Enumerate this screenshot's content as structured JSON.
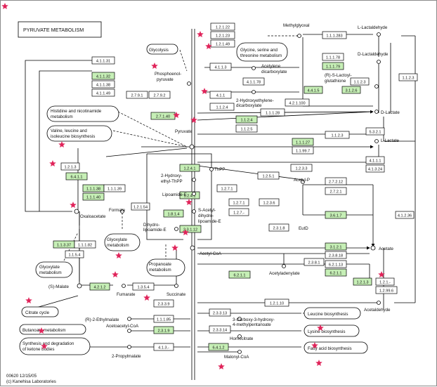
{
  "title": "PYRUVATE METABOLISM",
  "footer": {
    "line1": "00620 12/15/05",
    "line2": "(c) Kanehisa Laboratories"
  },
  "colors": {
    "highlight": "#c6efb6",
    "plain": "#ffffff",
    "star": "#e0245a",
    "line": "#000000"
  },
  "compounds": [
    {
      "id": "glycolysis",
      "text": "Glycolysis"
    },
    {
      "id": "pep",
      "text": "Phosphoenol-"
    },
    {
      "id": "pep2",
      "text": "pyruvate"
    },
    {
      "id": "methylglyoxal",
      "text": "Methylglyoxal"
    },
    {
      "id": "llactaldehyde",
      "text": "L-Lactaldehyde"
    },
    {
      "id": "dlactaldehyde",
      "text": "D-Lactaldehyde"
    },
    {
      "id": "gsm1",
      "text": "Glycine, serine and"
    },
    {
      "id": "gsm2",
      "text": "threonine metabolism"
    },
    {
      "id": "acetylene1",
      "text": "Acetylene"
    },
    {
      "id": "acetylene2",
      "text": "dicarboxylate"
    },
    {
      "id": "lactoyl1",
      "text": "(R)-S-Lactoyl-"
    },
    {
      "id": "lactoyl2",
      "text": "glutathione"
    },
    {
      "id": "hydroxyethylene1",
      "text": "2-Hydroxyethylene-"
    },
    {
      "id": "hydroxyethylene2",
      "text": "dicarboxylate"
    },
    {
      "id": "dlactate",
      "text": "D-Lactate"
    },
    {
      "id": "llactate",
      "text": "L-Lactate"
    },
    {
      "id": "hist1",
      "text": "Histidine and nicotinamide"
    },
    {
      "id": "hist2",
      "text": "metabolism"
    },
    {
      "id": "val1",
      "text": "Valine, leucine and"
    },
    {
      "id": "val2",
      "text": "isoleucine biosynthesis"
    },
    {
      "id": "pyruvate",
      "text": "Pyruvate"
    },
    {
      "id": "hydroxyethyl1",
      "text": "2-Hydroxy-"
    },
    {
      "id": "hydroxyethyl2",
      "text": "ethyl-ThPP"
    },
    {
      "id": "thpp",
      "text": "ThPP"
    },
    {
      "id": "lipoamide",
      "text": "Lipoamide-E"
    },
    {
      "id": "sacetyl1",
      "text": "S-Acetyl-"
    },
    {
      "id": "sacetyl2",
      "text": "dihydro-"
    },
    {
      "id": "sacetyl3",
      "text": "lipoamide-E"
    },
    {
      "id": "dihydro1",
      "text": "Dihydro-"
    },
    {
      "id": "dihydro2",
      "text": "lipoamide-E"
    },
    {
      "id": "formate",
      "text": "Formate"
    },
    {
      "id": "oxaloacetate",
      "text": "Oxaloacetate"
    },
    {
      "id": "acetylp",
      "text": "Acetyl-P"
    },
    {
      "id": "enzf",
      "text": "EutD"
    },
    {
      "id": "glyoxylate1",
      "text": "Glyoxylate"
    },
    {
      "id": "glyoxylate2",
      "text": "metabolism"
    },
    {
      "id": "glyox1",
      "text": "Glyoxylate"
    },
    {
      "id": "glyox2",
      "text": "metabolism"
    },
    {
      "id": "acetylcoa",
      "text": "Acetyl-CoA"
    },
    {
      "id": "acetate",
      "text": "Acetate"
    },
    {
      "id": "propanoate1",
      "text": "Propanoate"
    },
    {
      "id": "propanoate2",
      "text": "metabolism"
    },
    {
      "id": "smalate",
      "text": "(S)-Malate"
    },
    {
      "id": "fumarate",
      "text": "Fumarate"
    },
    {
      "id": "succinate",
      "text": "Succinate"
    },
    {
      "id": "acetyladenylate",
      "text": "Acetyladenylate"
    },
    {
      "id": "acetaldehyde",
      "text": "Acetaldehyde"
    },
    {
      "id": "citrate",
      "text": "Citrate cycle"
    },
    {
      "id": "rethylmalate",
      "text": "(R)-2-Ethylmalate"
    },
    {
      "id": "carboxy1",
      "text": "3-Carboxy-3-hydroxy-"
    },
    {
      "id": "carboxy2",
      "text": "4-methylpentanoate"
    },
    {
      "id": "leucine",
      "text": "Leucine biosynthesis"
    },
    {
      "id": "butanoate",
      "text": "Butanoate metabolism"
    },
    {
      "id": "acetoacetylcoa",
      "text": "Acetoacetyl-CoA"
    },
    {
      "id": "homocitrate",
      "text": "Homocitrate"
    },
    {
      "id": "lysine",
      "text": "Lysine biosynthesis"
    },
    {
      "id": "ketone1",
      "text": "Synthesis and degradation"
    },
    {
      "id": "ketone2",
      "text": "of ketone bodies"
    },
    {
      "id": "propylmalate",
      "text": "2-Propylmalate"
    },
    {
      "id": "malonyl",
      "text": "Malonyl-CoA"
    },
    {
      "id": "fatty",
      "text": "Fatty acid biosynthesis"
    }
  ],
  "enzymes": [
    {
      "id": "e01",
      "label": "1.2.1.22",
      "hl": false
    },
    {
      "id": "e02",
      "label": "1.2.1.23",
      "hl": false
    },
    {
      "id": "e03",
      "label": "1.2.1.49",
      "hl": false
    },
    {
      "id": "e04",
      "label": "1.1.1.283",
      "hl": false
    },
    {
      "id": "e05",
      "label": "4.1.1.31",
      "hl": false
    },
    {
      "id": "e06",
      "label": "4.1.1.32",
      "hl": true
    },
    {
      "id": "e07",
      "label": "4.1.1.38",
      "hl": false
    },
    {
      "id": "e08",
      "label": "4.1.1.49",
      "hl": false
    },
    {
      "id": "e09",
      "label": "4.1.1.78",
      "hl": false
    },
    {
      "id": "e10",
      "label": "4.1.1.3",
      "hl": false
    },
    {
      "id": "e11",
      "label": "1.1.1.78",
      "hl": false
    },
    {
      "id": "e12",
      "label": "1.1.1.79",
      "hl": true
    },
    {
      "id": "e13",
      "label": "4.4.1.5",
      "hl": true
    },
    {
      "id": "e14",
      "label": "3.1.2.6",
      "hl": true
    },
    {
      "id": "e15",
      "label": "2.7.9.1",
      "hl": false
    },
    {
      "id": "e16",
      "label": "2.7.9.2",
      "hl": false
    },
    {
      "id": "e17",
      "label": "4.1.1",
      "hl": false
    },
    {
      "id": "e18",
      "label": "4.2.1.100",
      "hl": false
    },
    {
      "id": "e19",
      "label": "1.1.2.3",
      "hl": false
    },
    {
      "id": "e20",
      "label": "1.1.2.4",
      "hl": false
    },
    {
      "id": "e21",
      "label": "1.1.2.4",
      "hl": true
    },
    {
      "id": "e22",
      "label": "1.1.2.5",
      "hl": false
    },
    {
      "id": "e23",
      "label": "1.1.1.28",
      "hl": false
    },
    {
      "id": "e24",
      "label": "2.7.1.40",
      "hl": true
    },
    {
      "id": "e25",
      "label": "1.1.1.27",
      "hl": true
    },
    {
      "id": "e26",
      "label": "1.1.99.7",
      "hl": false
    },
    {
      "id": "e27",
      "label": "1.1.2.3",
      "hl": false
    },
    {
      "id": "e28",
      "label": "5.3.2.1",
      "hl": false
    },
    {
      "id": "e29",
      "label": "1.1.2.3",
      "hl": false
    },
    {
      "id": "e30",
      "label": "4.1.1.1",
      "hl": false
    },
    {
      "id": "e31",
      "label": "4.1.3.24",
      "hl": false
    },
    {
      "id": "e32",
      "label": "6.4.1.1",
      "hl": true
    },
    {
      "id": "e33",
      "label": "1.1.1.38",
      "hl": true
    },
    {
      "id": "e34",
      "label": "1.1.1.39",
      "hl": false
    },
    {
      "id": "e35",
      "label": "1.1.1.40",
      "hl": true
    },
    {
      "id": "e36",
      "label": "1.2.4.1",
      "hl": true
    },
    {
      "id": "e37",
      "label": "1.2.4.1",
      "hl": true
    },
    {
      "id": "e38",
      "label": "1.2.7.1",
      "hl": false
    },
    {
      "id": "e39",
      "label": "1.8.1.4",
      "hl": true
    },
    {
      "id": "e40",
      "label": "2.3.1.12",
      "hl": true
    },
    {
      "id": "e41",
      "label": "1.2.7.1",
      "hl": false
    },
    {
      "id": "e42",
      "label": "1.2.7.-",
      "hl": false
    },
    {
      "id": "e43",
      "label": "1.2.5.1",
      "hl": false
    },
    {
      "id": "e44",
      "label": "1.2.3.3",
      "hl": false
    },
    {
      "id": "e45",
      "label": "1.2.1.54",
      "hl": false
    },
    {
      "id": "e46",
      "label": "2.3.1.8",
      "hl": false
    },
    {
      "id": "e47",
      "label": "1.2.3.6",
      "hl": false
    },
    {
      "id": "e48",
      "label": "2.7.2.12",
      "hl": false
    },
    {
      "id": "e49",
      "label": "2.7.2.1",
      "hl": false
    },
    {
      "id": "e50",
      "label": "3.6.1.7",
      "hl": true
    },
    {
      "id": "e51",
      "label": "1.1.3.37",
      "hl": true
    },
    {
      "id": "e52",
      "label": "1.1.1.82",
      "hl": false
    },
    {
      "id": "e53",
      "label": "1.1.5.4",
      "hl": false
    },
    {
      "id": "e54",
      "label": "3.1.2.1",
      "hl": true
    },
    {
      "id": "e55",
      "label": "2.3.8.18",
      "hl": false
    },
    {
      "id": "e56",
      "label": "6.2.1.13",
      "hl": false
    },
    {
      "id": "e57",
      "label": "2.3.8.1",
      "hl": false
    },
    {
      "id": "e58",
      "label": "6.2.1.1",
      "hl": true
    },
    {
      "id": "e59",
      "label": "6.2.1.1",
      "hl": true
    },
    {
      "id": "e60",
      "label": "4.2.1.2",
      "hl": true
    },
    {
      "id": "e61",
      "label": "1.3.5.4",
      "hl": false
    },
    {
      "id": "e62",
      "label": "1.2.1.3",
      "hl": true
    },
    {
      "id": "e63",
      "label": "1.2.1.-",
      "hl": false
    },
    {
      "id": "e64",
      "label": "1.2.99.6",
      "hl": false
    },
    {
      "id": "e65",
      "label": "2.3.3.9",
      "hl": false
    },
    {
      "id": "e66",
      "label": "1.2.1.10",
      "hl": false
    },
    {
      "id": "e67",
      "label": "1.1.1.85",
      "hl": false
    },
    {
      "id": "e68",
      "label": "2.3.3.13",
      "hl": false
    },
    {
      "id": "e69",
      "label": "2.3.1.9",
      "hl": true
    },
    {
      "id": "e70",
      "label": "2.3.3.14",
      "hl": false
    },
    {
      "id": "e71",
      "label": "4.1.3.-",
      "hl": false
    },
    {
      "id": "e72",
      "label": "6.4.1.2",
      "hl": true
    },
    {
      "id": "e73",
      "label": "4.1.2.36",
      "hl": false
    },
    {
      "id": "e74",
      "label": "1.2.1.3",
      "hl": false
    }
  ]
}
